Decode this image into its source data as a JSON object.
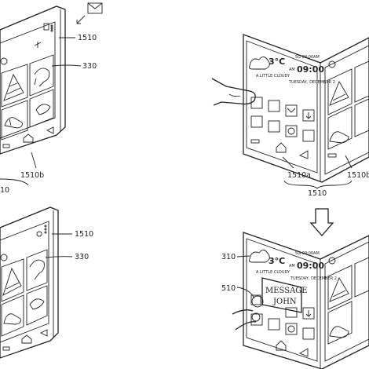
{
  "labels": {
    "tl_screen": "1510",
    "tl_image": "330",
    "tl_half": "1510b",
    "tl_bottom": "10",
    "tr_half_a": "1510a",
    "tr_half_b": "1510b",
    "tr_screen": "1510",
    "bl_screen": "1510",
    "bl_image": "330",
    "br_weather": "310",
    "br_message": "510"
  },
  "weather": {
    "temp": "3°C",
    "desc": "A LITTLE CLOUDY",
    "ampm": "AM",
    "time": "09:00",
    "date": "TUESDAY, DECEMBER 2",
    "status": "5G 09:00AM"
  },
  "popup": {
    "line1": "MESSAGE",
    "line2": "JOHN"
  },
  "icons": [
    "mail-envelope-icon",
    "down-arrow-icon",
    "photo-icon",
    "settings-icon",
    "phone-icon",
    "contacts-icon",
    "camera-icon",
    "home-icon",
    "back-icon",
    "menu-icon",
    "hand-icon"
  ]
}
